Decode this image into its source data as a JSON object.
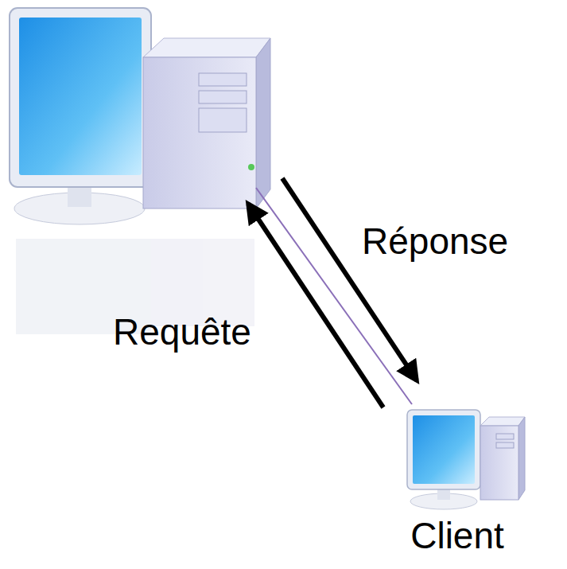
{
  "diagram": {
    "nodes": [
      {
        "text": [
          "Client"
        ]
      }
    ],
    "labels": [
      "Réponse",
      "Requête"
    ]
  }
}
